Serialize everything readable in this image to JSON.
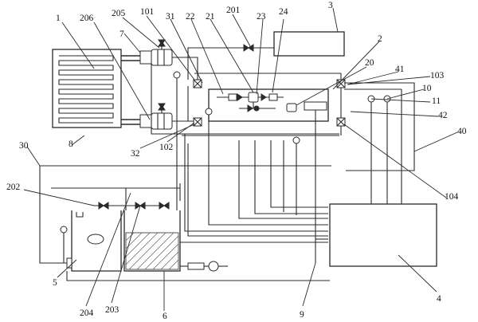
{
  "labels": {
    "n1": "1",
    "n2": "2",
    "n3": "3",
    "n4": "4",
    "n5": "5",
    "n6": "6",
    "n7": "7",
    "n8": "8",
    "n9": "9",
    "n10": "10",
    "n11": "11",
    "n20": "20",
    "n21": "21",
    "n22": "22",
    "n23": "23",
    "n24": "24",
    "n30": "30",
    "n31": "31",
    "n32": "32",
    "n40": "40",
    "n41": "41",
    "n42": "42",
    "n101": "101",
    "n102": "102",
    "n103": "103",
    "n104": "104",
    "n201": "201",
    "n202": "202",
    "n203": "203",
    "n204": "204",
    "n205": "205",
    "n206": "206"
  }
}
